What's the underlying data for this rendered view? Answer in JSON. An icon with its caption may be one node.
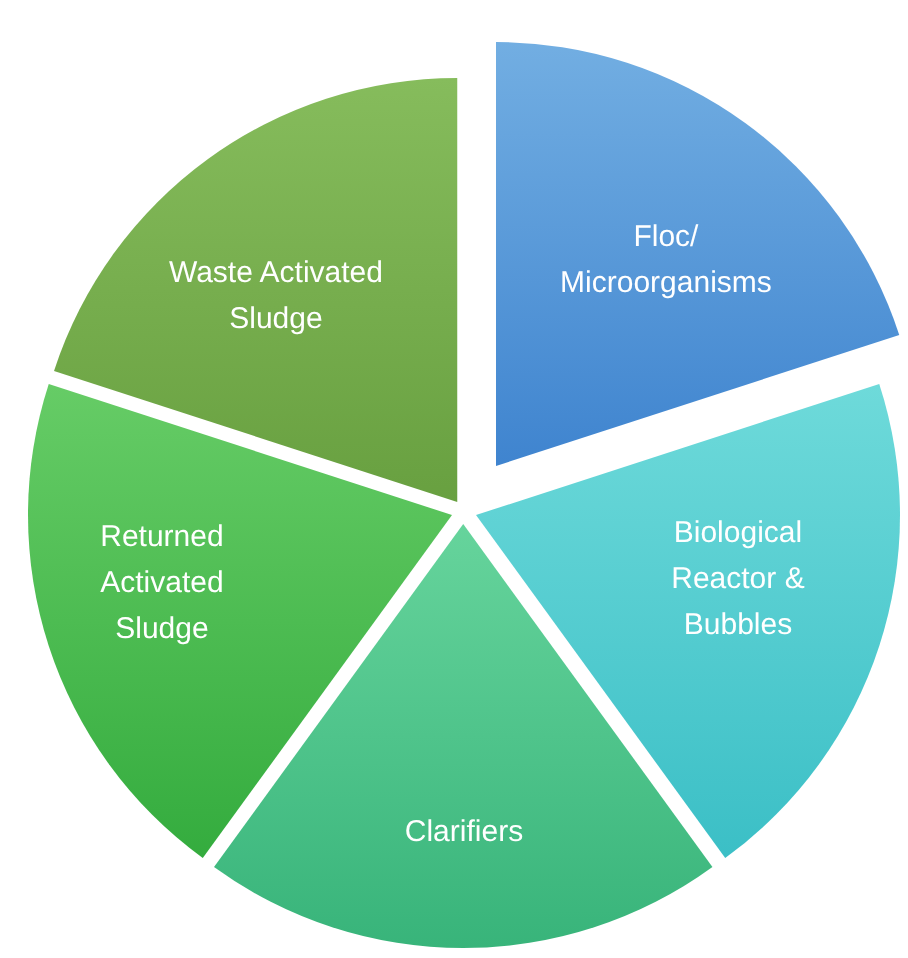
{
  "diagram": {
    "nodes": [
      {
        "text": [
          "Floc/ Microorganisms"
        ]
      },
      {
        "text": [
          "Biological Reactor & Bubbles"
        ]
      },
      {
        "text": [
          "Clarifiers"
        ]
      },
      {
        "text": [
          "Returned Activated Sludge"
        ]
      },
      {
        "text": [
          "Waste Activated Sludge"
        ]
      }
    ]
  }
}
